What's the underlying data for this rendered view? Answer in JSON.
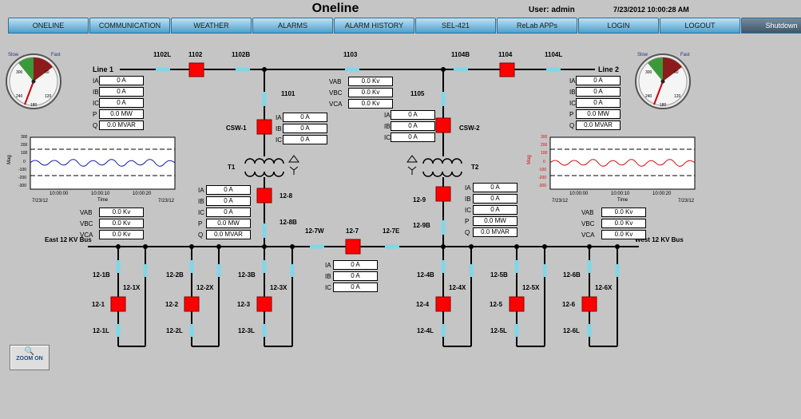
{
  "header": {
    "title": "Oneline",
    "user": "User: admin",
    "datetime": "7/23/2012 10:00:28 AM"
  },
  "nav": [
    "ONELINE",
    "COMMUNICATION",
    "WEATHER",
    "ALARMS",
    "ALARM HISTORY",
    "SEL-421",
    "ReLab APPs",
    "LOGIN",
    "LOGOUT",
    "Shutdown"
  ],
  "gauge_left": {
    "slow": "Slow",
    "fast": "Fast",
    "ticks": [
      "300",
      "60",
      "240",
      "120",
      "180"
    ]
  },
  "gauge_right": {
    "slow": "Slow",
    "fast": "Fast",
    "ticks": [
      "300",
      "60",
      "240",
      "120",
      "180"
    ]
  },
  "trend_left": {
    "ylabel": "Mag",
    "yticks": [
      "300",
      "200",
      "100",
      "0",
      "-100",
      "-200",
      "-300"
    ],
    "xticks": [
      "10:00:00",
      "10:00:10",
      "10:00:20"
    ],
    "date_left": "7/23/12",
    "date_right": "7/23/12",
    "xlabel": "Time",
    "color": "#1a1aa8"
  },
  "trend_right": {
    "ylabel": "Mag",
    "yticks": [
      "300",
      "200",
      "100",
      "0",
      "-100",
      "-200",
      "-300"
    ],
    "xticks": [
      "10:00:00",
      "10:00:10",
      "10:00:20"
    ],
    "date_left": "7/23/12",
    "date_right": "7/23/12",
    "xlabel": "Time",
    "color": "#d01010"
  },
  "breakers": {
    "b1102L": "1102L",
    "b1102": "1102",
    "b1102B": "1102B",
    "b1103": "1103",
    "b1104B": "1104B",
    "b1104": "1104",
    "b1104L": "1104L",
    "b1101": "1101",
    "b1105": "1105",
    "csw1": "CSW-1",
    "csw2": "CSW-2",
    "t1": "T1",
    "t2": "T2",
    "b12_8": "12-8",
    "b12_8B": "12-8B",
    "b12_9": "12-9",
    "b12_9B": "12-9B",
    "b12_7W": "12-7W",
    "b12_7": "12-7",
    "b12_7E": "12-7E"
  },
  "lines": {
    "line1": "Line 1",
    "line2": "Line 2",
    "east_bus": "East 12 KV Bus",
    "west_bus": "West 12 KV Bus"
  },
  "line1_meter": [
    {
      "k": "IA",
      "v": "0 A"
    },
    {
      "k": "IB",
      "v": "0 A"
    },
    {
      "k": "IC",
      "v": "0 A"
    },
    {
      "k": "P",
      "v": "0.0 MW"
    },
    {
      "k": "Q",
      "v": "0.0 MVAR"
    }
  ],
  "line2_meter": [
    {
      "k": "IA",
      "v": "0 A"
    },
    {
      "k": "IB",
      "v": "0 A"
    },
    {
      "k": "IC",
      "v": "0 A"
    },
    {
      "k": "P",
      "v": "0.0 MW"
    },
    {
      "k": "Q",
      "v": "0.0 MVAR"
    }
  ],
  "bus115_volt": [
    {
      "k": "VAB",
      "v": "0.0 Kv"
    },
    {
      "k": "VBC",
      "v": "0.0 Kv"
    },
    {
      "k": "VCA",
      "v": "0.0 Kv"
    }
  ],
  "csw1_meter": [
    {
      "k": "IA",
      "v": "0 A"
    },
    {
      "k": "IB",
      "v": "0 A"
    },
    {
      "k": "IC",
      "v": "0 A"
    }
  ],
  "csw2_meter": [
    {
      "k": "IA",
      "v": "0 A"
    },
    {
      "k": "IB",
      "v": "0 A"
    },
    {
      "k": "IC",
      "v": "0 A"
    }
  ],
  "t1_meter": [
    {
      "k": "IA",
      "v": "0 A"
    },
    {
      "k": "IB",
      "v": "0 A"
    },
    {
      "k": "IC",
      "v": "0 A"
    },
    {
      "k": "P",
      "v": "0.0 MW"
    },
    {
      "k": "Q",
      "v": "0.0 MVAR"
    }
  ],
  "t2_meter": [
    {
      "k": "IA",
      "v": "0 A"
    },
    {
      "k": "IB",
      "v": "0 A"
    },
    {
      "k": "IC",
      "v": "0 A"
    },
    {
      "k": "P",
      "v": "0.0 MW"
    },
    {
      "k": "Q",
      "v": "0.0 MVAR"
    }
  ],
  "east_volt": [
    {
      "k": "VAB",
      "v": "0.0 Kv"
    },
    {
      "k": "VBC",
      "v": "0.0 Kv"
    },
    {
      "k": "VCA",
      "v": "0.0 Kv"
    }
  ],
  "west_volt": [
    {
      "k": "VAB",
      "v": "0.0 Kv"
    },
    {
      "k": "VBC",
      "v": "0.0 Kv"
    },
    {
      "k": "VCA",
      "v": "0.0 Kv"
    }
  ],
  "tie_meter": [
    {
      "k": "IA",
      "v": "0 A"
    },
    {
      "k": "IB",
      "v": "0 A"
    },
    {
      "k": "IC",
      "v": "0 A"
    }
  ],
  "feeders": [
    {
      "b": "12-1B",
      "x": "12-1X",
      "n": "12-1",
      "l": "12-1L"
    },
    {
      "b": "12-2B",
      "x": "12-2X",
      "n": "12-2",
      "l": "12-2L"
    },
    {
      "b": "12-3B",
      "x": "12-3X",
      "n": "12-3",
      "l": "12-3L"
    },
    {
      "b": "12-4B",
      "x": "12-4X",
      "n": "12-4",
      "l": "12-4L"
    },
    {
      "b": "12-5B",
      "x": "12-5X",
      "n": "12-5",
      "l": "12-5L"
    },
    {
      "b": "12-6B",
      "x": "12-6X",
      "n": "12-6",
      "l": "12-6L"
    }
  ],
  "zoom": {
    "label": "ZOOM ON"
  },
  "colors": {
    "breaker": "#ff0000",
    "switch": "#7fd8e8",
    "bus": "#000000",
    "background": "#c5c5c5"
  }
}
